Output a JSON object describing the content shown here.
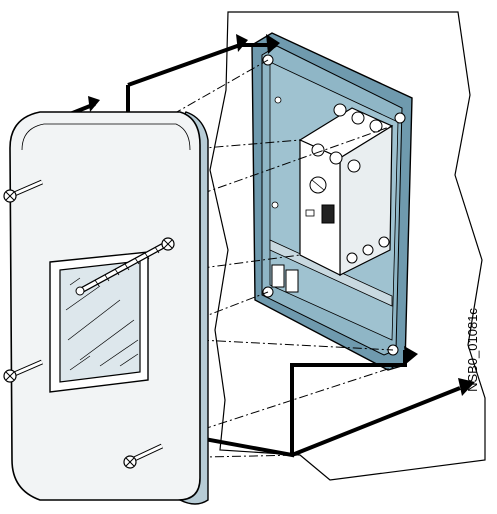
{
  "figure": {
    "doc_id": "NSB0_01081c",
    "colors": {
      "line": "#000000",
      "enclosure_back": "#8fb6c6",
      "enclosure_back_dark": "#6f9aae",
      "cover_face": "#f2f4f5",
      "cover_edge": "#b7ccd6",
      "component_body": "#ffffff",
      "window_glass": "#dde7ec"
    },
    "components": [
      "wall-section",
      "back-enclosure",
      "motor-starter",
      "front-cover",
      "viewing-window",
      "mounting-screws",
      "assembly-arrows"
    ]
  }
}
